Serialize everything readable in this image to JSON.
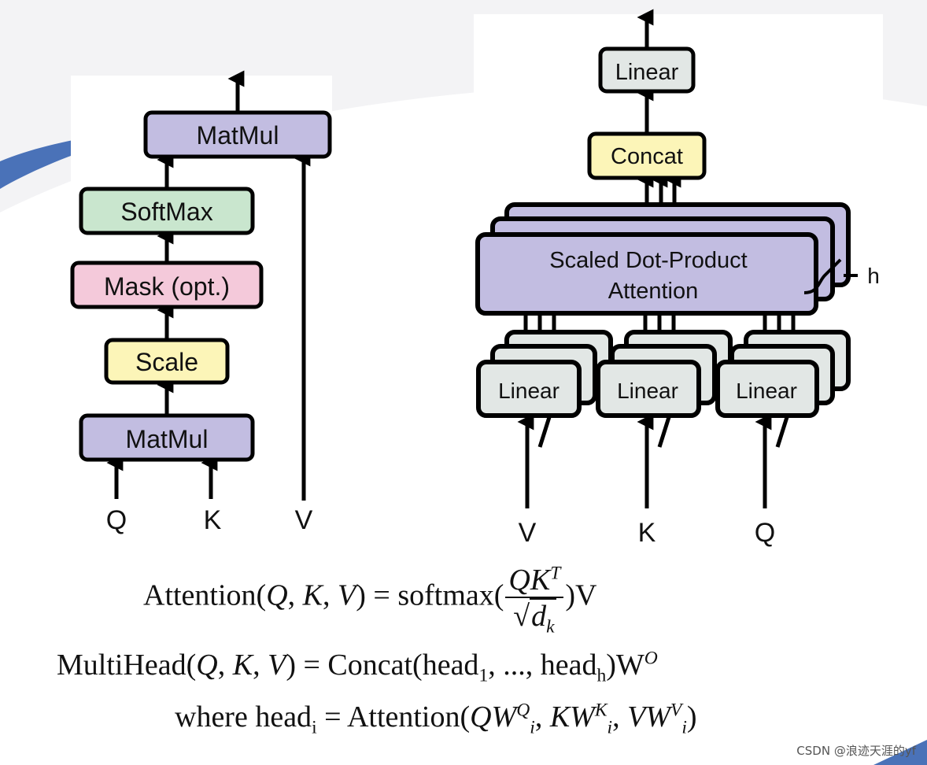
{
  "left_diagram": {
    "top_matmul": "MatMul",
    "softmax": "SoftMax",
    "mask": "Mask (opt.)",
    "scale": "Scale",
    "bottom_matmul": "MatMul",
    "inputs": [
      "Q",
      "K",
      "V"
    ]
  },
  "right_diagram": {
    "linear_top": "Linear",
    "concat": "Concat",
    "attention_line1": "Scaled Dot-Product",
    "attention_line2": "Attention",
    "head_count": "h",
    "linears": [
      "Linear",
      "Linear",
      "Linear"
    ],
    "inputs": [
      "V",
      "K",
      "Q"
    ]
  },
  "colors": {
    "matmul": "#c2bde1",
    "softmax": "#c9e6ce",
    "mask": "#f4c9da",
    "scale": "#fcf5b8",
    "linear": "#e2e7e5",
    "concat": "#fcf5b8",
    "attention": "#c2bde1",
    "accent_blue": "#4a72b8"
  },
  "equations": {
    "attention": {
      "lhs": "Attention(",
      "args": [
        "Q",
        "K",
        "V"
      ],
      "equals": ") = softmax(",
      "numerator": "QK",
      "numerator_sup": "T",
      "denominator": "d",
      "denominator_sub": "k",
      "tail": ")V"
    },
    "multihead": {
      "lhs": "MultiHead(",
      "args": [
        "Q",
        "K",
        "V"
      ],
      "equals": ") = Concat(head",
      "sub1": "1",
      "mid": ", ..., head",
      "subh": "h",
      "tail": ")W",
      "sup": "O"
    },
    "where": {
      "prefix": "where head",
      "sub": "i",
      "equals": " = Attention(",
      "q": "QW",
      "q_sup": "Q",
      "k": "KW",
      "k_sup": "K",
      "v": "VW",
      "v_sup": "V",
      "idx": "i",
      "tail": ")"
    }
  },
  "watermark": "CSDN @浪迹天涯的yf"
}
